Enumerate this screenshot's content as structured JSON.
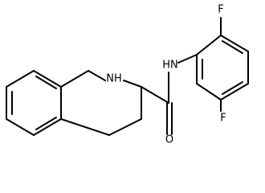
{
  "molecule": {
    "atom_labels": {
      "nh_ring": "NH",
      "nh_amide": "HN",
      "oxygen": "O",
      "fluorine_top": "F",
      "fluorine_bottom": "F"
    },
    "colors": {
      "bond": "#000000",
      "label": "#000000",
      "background": "#ffffff"
    }
  }
}
